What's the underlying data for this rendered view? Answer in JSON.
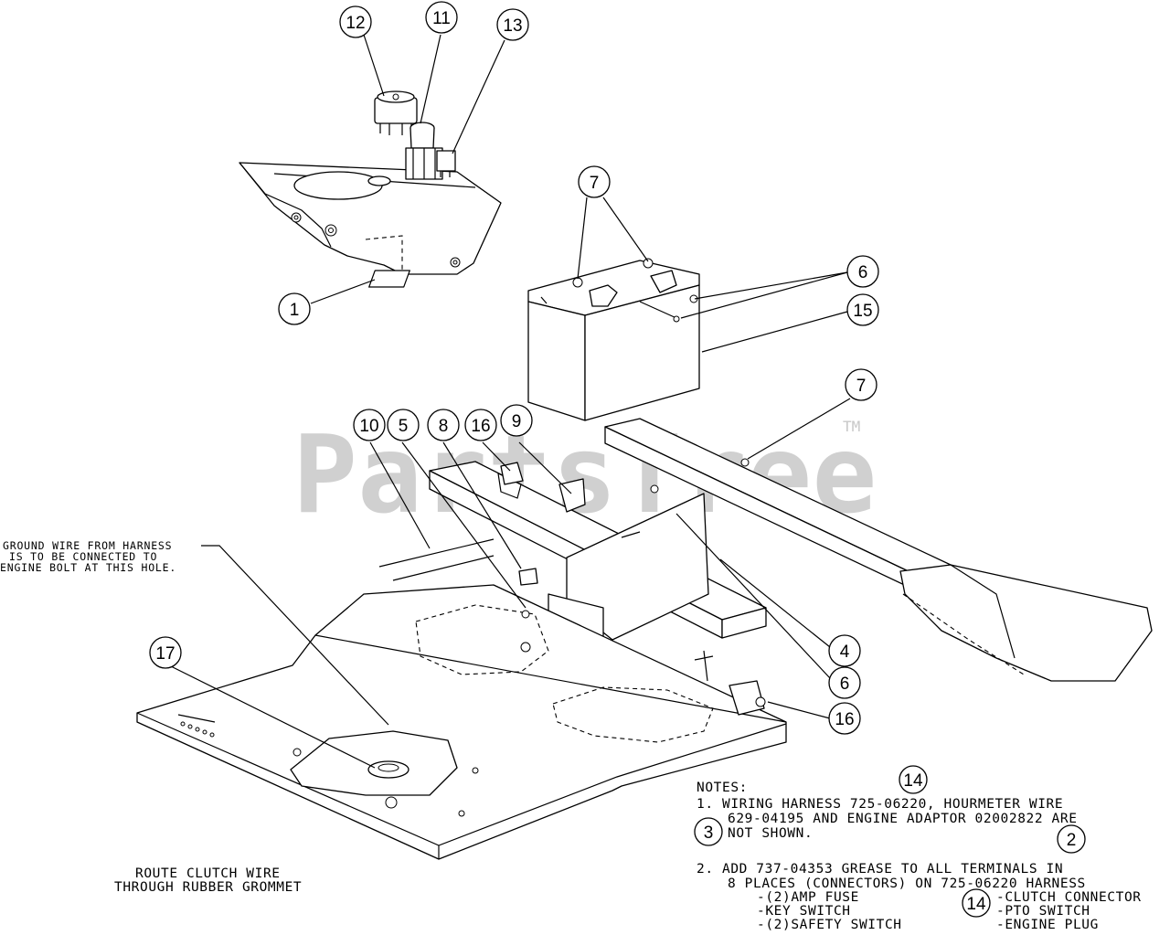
{
  "watermark": {
    "text": "PartsTree",
    "tm": "TM"
  },
  "callouts": {
    "c12": "12",
    "c11": "11",
    "c13": "13",
    "c1": "1",
    "c7a": "7",
    "c6a": "6",
    "c15": "15",
    "c7b": "7",
    "c10": "10",
    "c5": "5",
    "c8": "8",
    "c16a": "16",
    "c9": "9",
    "c17": "17",
    "c4": "4",
    "c6b": "6",
    "c16b": "16",
    "c14a": "14",
    "c3": "3",
    "c2": "2",
    "c14b": "14"
  },
  "ground_note": {
    "line1": "GROUND WIRE FROM HARNESS",
    "line2": "IS TO BE CONNECTED TO",
    "line3": "ENGINE BOLT AT THIS HOLE."
  },
  "route_note": {
    "line1": "ROUTE CLUTCH WIRE",
    "line2": "THROUGH RUBBER GROMMET"
  },
  "notes": {
    "title": "NOTES:",
    "n1_line1": "1. WIRING HARNESS 725-06220, HOURMETER WIRE",
    "n1_line2": "629-04195 AND ENGINE ADAPTOR 02002822 ARE",
    "n1_line3": "NOT SHOWN.",
    "n2_line1": "2. ADD 737-04353 GREASE TO ALL TERMINALS IN",
    "n2_line2": "8 PLACES (CONNECTORS) ON 725-06220 HARNESS",
    "items_left": [
      "-(2)AMP FUSE",
      "-KEY SWITCH",
      "-(2)SAFETY SWITCH"
    ],
    "items_right": [
      "-CLUTCH CONNECTOR",
      "-PTO SWITCH",
      "-ENGINE PLUG"
    ]
  }
}
